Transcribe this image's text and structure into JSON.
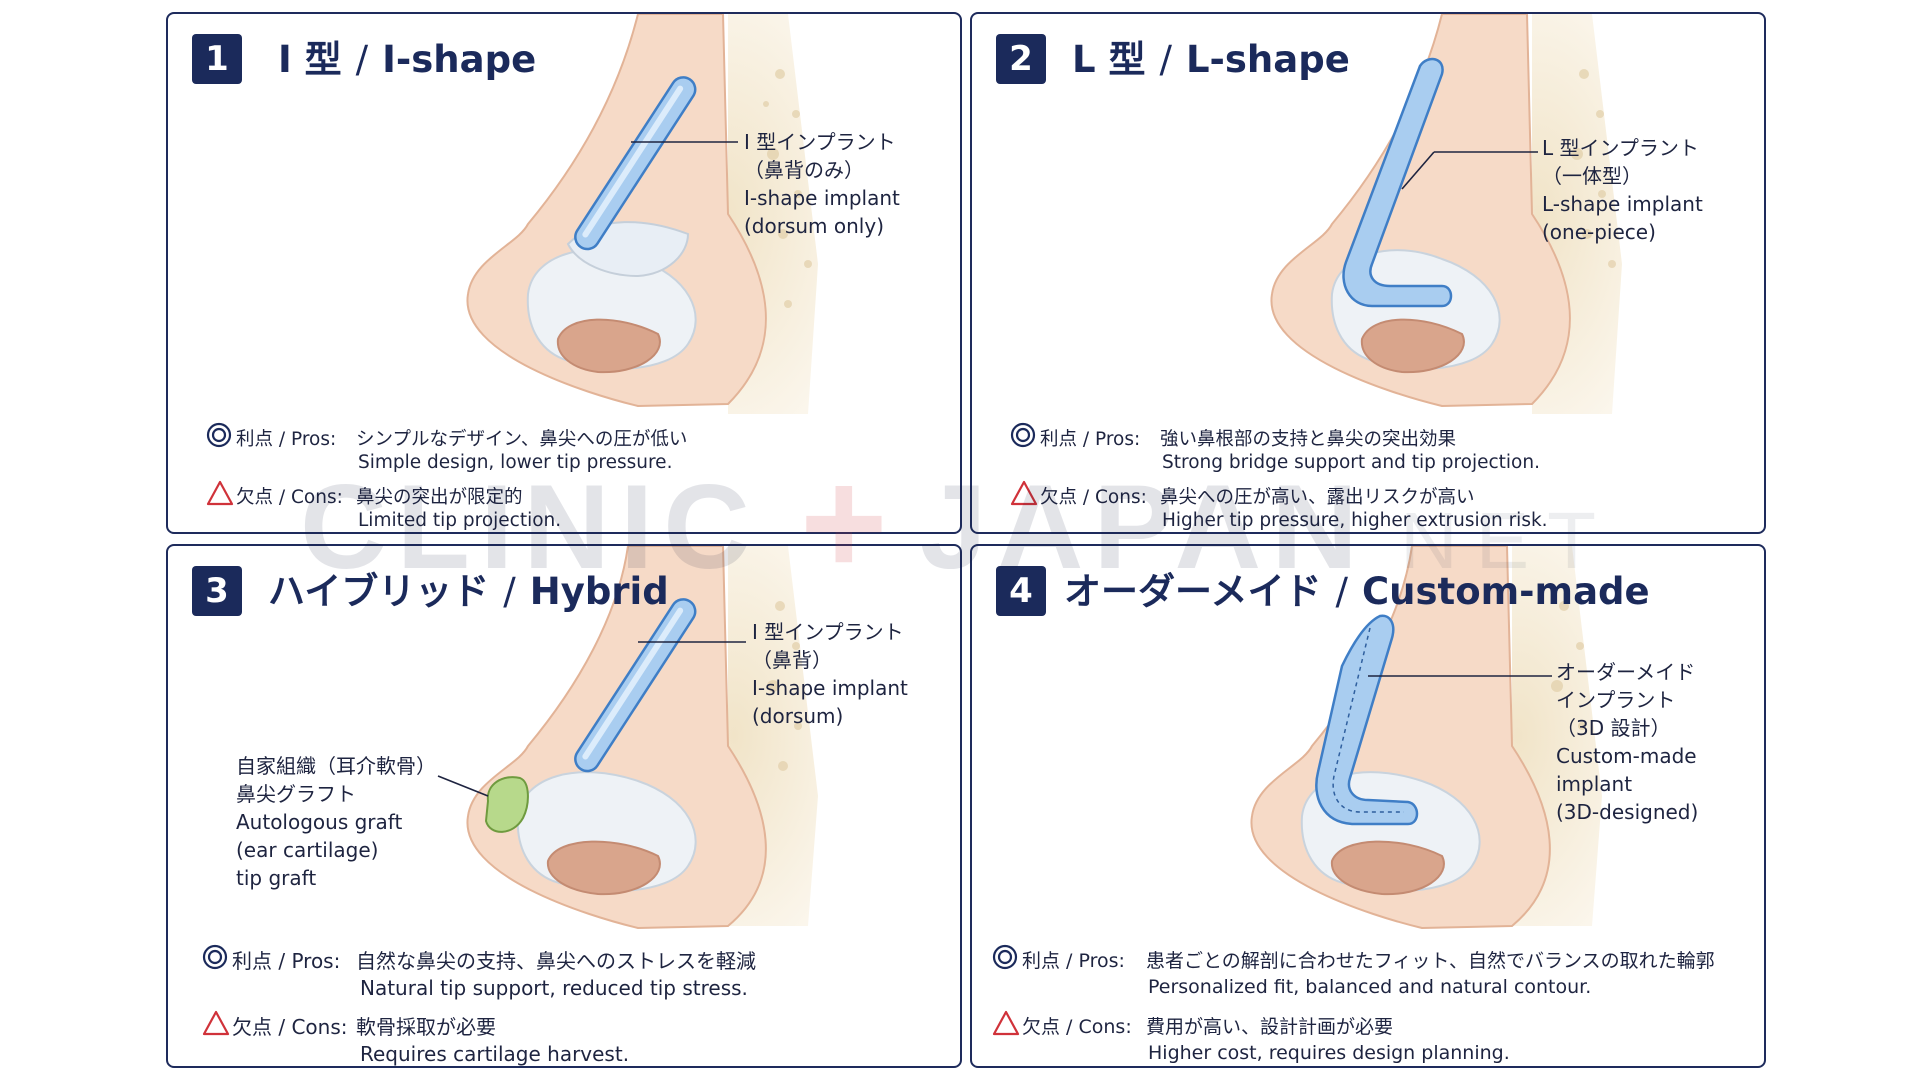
{
  "colors": {
    "navy": "#1b2a5b",
    "implant_blue": "#a9cdf0",
    "implant_stroke": "#3f7ec6",
    "skin": "#f5dccb",
    "skin_dark": "#e3b49a",
    "bone": "#efe3c7",
    "cartilage": "#dfe6ee",
    "graft_green": "#b7d98b",
    "cons_red": "#d0323a"
  },
  "panels": [
    {
      "number": "1",
      "title_jp": "I 型",
      "title_sep": "/",
      "title_en": "I-shape",
      "callout": [
        "I 型インプラント",
        "（鼻背のみ）",
        "I-shape implant",
        "(dorsum only)"
      ],
      "pros_label": "利点 / Pros:",
      "pros_jp": "シンプルなデザイン、鼻尖への圧が低い",
      "pros_en": "Simple design, lower tip pressure.",
      "cons_label": "欠点 / Cons:",
      "cons_jp": "鼻尖の突出が限定的",
      "cons_en": "Limited tip projection."
    },
    {
      "number": "2",
      "title_jp": "L 型",
      "title_sep": "/",
      "title_en": "L-shape",
      "callout": [
        "L 型インプラント",
        "（一体型）",
        "L-shape implant",
        "(one-piece)"
      ],
      "pros_label": "利点 / Pros:",
      "pros_jp": "強い鼻根部の支持と鼻尖の突出効果",
      "pros_en": "Strong bridge support and tip projection.",
      "cons_label": "欠点 / Cons:",
      "cons_jp": "鼻尖への圧が高い、露出リスクが高い",
      "cons_en": "Higher tip pressure, higher extrusion risk."
    },
    {
      "number": "3",
      "title_jp": "ハイブリッド",
      "title_sep": "/",
      "title_en": "Hybrid",
      "callout": [
        "I 型インプラント",
        "（鼻背）",
        "I-shape implant",
        "(dorsum)"
      ],
      "callout2": [
        "自家組織（耳介軟骨）",
        "鼻尖グラフト",
        "Autologous graft",
        "(ear cartilage)",
        "tip graft"
      ],
      "pros_label": "利点 / Pros:",
      "pros_jp": "自然な鼻尖の支持、鼻尖へのストレスを軽減",
      "pros_en": "Natural tip support, reduced tip stress.",
      "cons_label": "欠点 / Cons:",
      "cons_jp": "軟骨採取が必要",
      "cons_en": "Requires cartilage harvest."
    },
    {
      "number": "4",
      "title_jp": "オーダーメイド",
      "title_sep": "/",
      "title_en": "Custom-made",
      "callout": [
        "オーダーメイド",
        "インプラント",
        "（3D 設計）",
        "Custom-made",
        "implant",
        "(3D-designed)"
      ],
      "pros_label": "利点 / Pros:",
      "pros_jp": "患者ごとの解剖に合わせたフィット、自然でバランスの取れた輪郭",
      "pros_en": "Personalized fit, balanced and natural contour.",
      "cons_label": "欠点 / Cons:",
      "cons_jp": "費用が高い、設計計画が必要",
      "cons_en": "Higher cost, requires design planning."
    }
  ],
  "watermark": {
    "part1": "CLINIC",
    "plus": "+",
    "part2": "JAPAN",
    "part3": "NET"
  }
}
